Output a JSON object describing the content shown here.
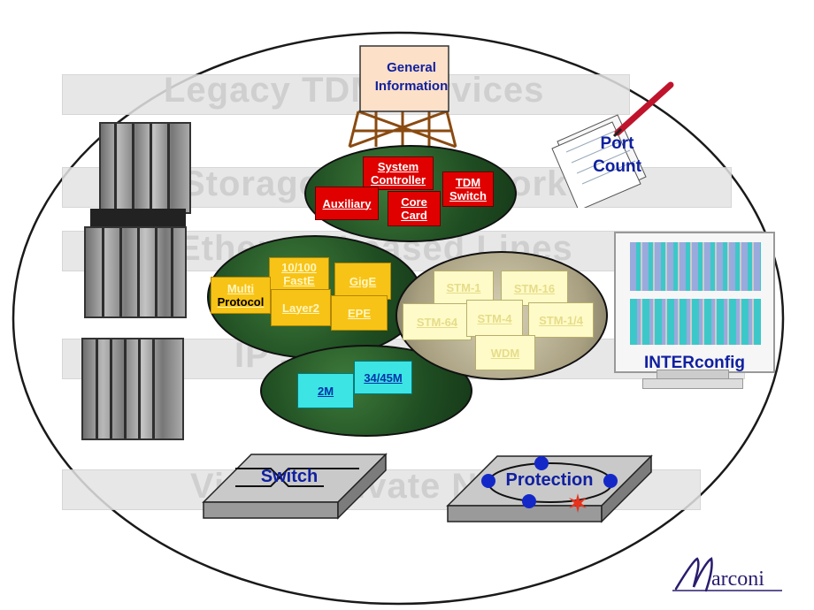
{
  "background_bands": [
    {
      "id": "legacy",
      "text": "Legacy TDM Services"
    },
    {
      "id": "storage",
      "text": "Storage Area Network"
    },
    {
      "id": "ethernet",
      "text": "Ethernet Leased Lines"
    },
    {
      "id": "ip",
      "text": "IP Services"
    },
    {
      "id": "vpn",
      "text": "Virtual Private Network"
    }
  ],
  "general_information": "General Information",
  "port_count": "Port Count",
  "interconfig": "INTERconfig",
  "red_cards": {
    "system_controller": "System Controller",
    "tdm_switch": "TDM Switch",
    "auxiliary": "Auxiliary",
    "core_card": "Core Card"
  },
  "orange_cards": {
    "fast_e": "10/100 FastE",
    "gige": "GigE",
    "multi": "Multi",
    "protocol": "Protocol",
    "layer2": "Layer2",
    "epe": "EPE"
  },
  "cream_cards": {
    "stm1": "STM-1",
    "stm16": "STM-16",
    "stm64": "STM-64",
    "stm4": "STM-4",
    "stm14": "STM-1/4",
    "wdm": "WDM"
  },
  "cyan_cards": {
    "c2m": "2M",
    "c3445": "34/45M"
  },
  "switch_label": "Switch",
  "protection_label": "Protection",
  "logo_text": "Marconi",
  "colors": {
    "label_blue": "#1020a0",
    "red": "#e00000",
    "orange": "#f7c316",
    "cream": "#fffbc8",
    "cyan": "#3ce4e4",
    "logo": "#2a1d6e"
  },
  "icons": [
    "pen-icon",
    "paper-icon",
    "monitor-icon",
    "rack-icon",
    "billboard-icon",
    "star-burst-icon"
  ]
}
